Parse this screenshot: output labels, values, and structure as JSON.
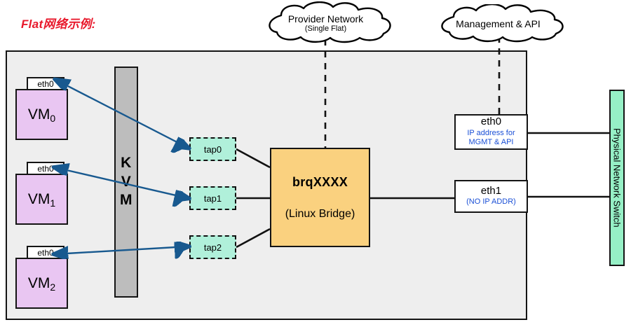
{
  "title": "Flat网络示例:",
  "colors": {
    "title": "#e8192c",
    "vm_fill": "#e9c6f2",
    "tap_fill": "#b0f0da",
    "bridge_fill": "#fad17f",
    "switch_fill": "#96f0c6",
    "kvm_fill": "#bdbdbd",
    "host_fill": "#eeeeee",
    "arrow": "#18598f",
    "nic_sub_text": "#1a4fd6"
  },
  "clouds": [
    {
      "name": "provider-network",
      "main": "Provider Network",
      "sub": "(Single Flat)"
    },
    {
      "name": "management-api",
      "main": "Management & API",
      "sub": ""
    }
  ],
  "hypervisor": {
    "label": "K\nV\nM",
    "letters": [
      "K",
      "V",
      "M"
    ]
  },
  "vms": [
    {
      "nic_label": "eth0",
      "name": "VM",
      "index": "0"
    },
    {
      "nic_label": "eth0",
      "name": "VM",
      "index": "1"
    },
    {
      "nic_label": "eth0",
      "name": "VM",
      "index": "2"
    }
  ],
  "taps": [
    {
      "label": "tap0"
    },
    {
      "label": "tap1"
    },
    {
      "label": "tap2"
    }
  ],
  "bridge": {
    "name": "brqXXXX",
    "subtitle": "(Linux Bridge)"
  },
  "nics": [
    {
      "name": "eth0",
      "sub_line1": "IP address for",
      "sub_line2": "MGMT & API"
    },
    {
      "name": "eth1",
      "sub_line1": "(NO IP ADDR)",
      "sub_line2": ""
    }
  ],
  "switch": {
    "label": "Physical Network Switch"
  }
}
